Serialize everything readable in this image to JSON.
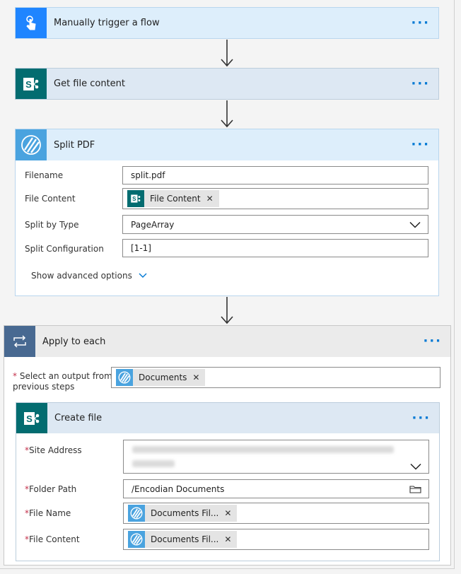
{
  "steps": {
    "trigger": {
      "title": "Manually trigger a flow",
      "more": "···",
      "icon": "touch-icon"
    },
    "get_file": {
      "title": "Get file content",
      "more": "···",
      "icon": "sharepoint-icon"
    },
    "split_pdf": {
      "title": "Split PDF",
      "more": "···",
      "icon": "encodian-icon",
      "fields": {
        "filename": {
          "label": "Filename",
          "value": "split.pdf"
        },
        "file_content": {
          "label": "File Content",
          "token": "File Content"
        },
        "split_by_type": {
          "label": "Split by Type",
          "value": "PageArray"
        },
        "split_config": {
          "label": "Split Configuration",
          "value": "[1-1]"
        }
      },
      "advanced": "Show advanced options"
    },
    "apply_each": {
      "title": "Apply to each",
      "more": "···",
      "icon": "loop-icon",
      "select_label_1": "Select an output from",
      "select_label_2": "previous steps",
      "required_mark": "*",
      "token": "Documents"
    },
    "create_file": {
      "title": "Create file",
      "more": "···",
      "icon": "sharepoint-icon",
      "fields": {
        "site_address": {
          "label": "Site Address"
        },
        "folder_path": {
          "label": "Folder Path",
          "value": "/Encodian Documents"
        },
        "file_name": {
          "label": "File Name",
          "token": "Documents Fil..."
        },
        "file_content": {
          "label": "File Content",
          "token": "Documents Fil..."
        }
      }
    }
  },
  "colors": {
    "trigger_head": "#ddeefb",
    "action_head": "#dde8f3",
    "loop_head": "#ebebeb",
    "trigger_icon": "#1f85ff",
    "sharepoint_icon": "#036c70",
    "encodian_icon": "#4aa3df",
    "loop_icon": "#486991",
    "accent": "#0078d4"
  }
}
